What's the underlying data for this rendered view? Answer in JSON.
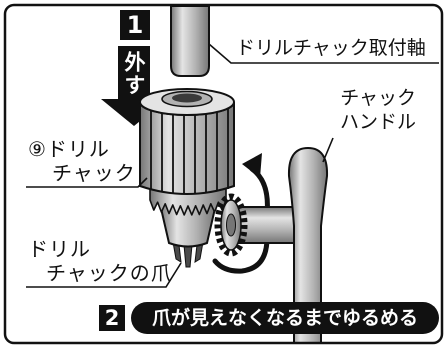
{
  "colors": {
    "ink": "#111111",
    "paper": "#ffffff",
    "metal_light": "#e4e4e4",
    "metal_mid": "#b2b2b2",
    "metal_dark": "#767676"
  },
  "step1": {
    "number": "1",
    "action": "外す"
  },
  "labels": {
    "mount_shaft": "ドリルチャック取付軸",
    "chuck_handle": [
      "チャック",
      "ハンドル"
    ],
    "drill_chuck": [
      "⑨ドリル",
      "チャック"
    ],
    "chuck_jaw": [
      "ドリル",
      "チャックの爪"
    ]
  },
  "step2": {
    "number": "2",
    "instruction": "爪が見えなくなるまでゆるめる"
  }
}
